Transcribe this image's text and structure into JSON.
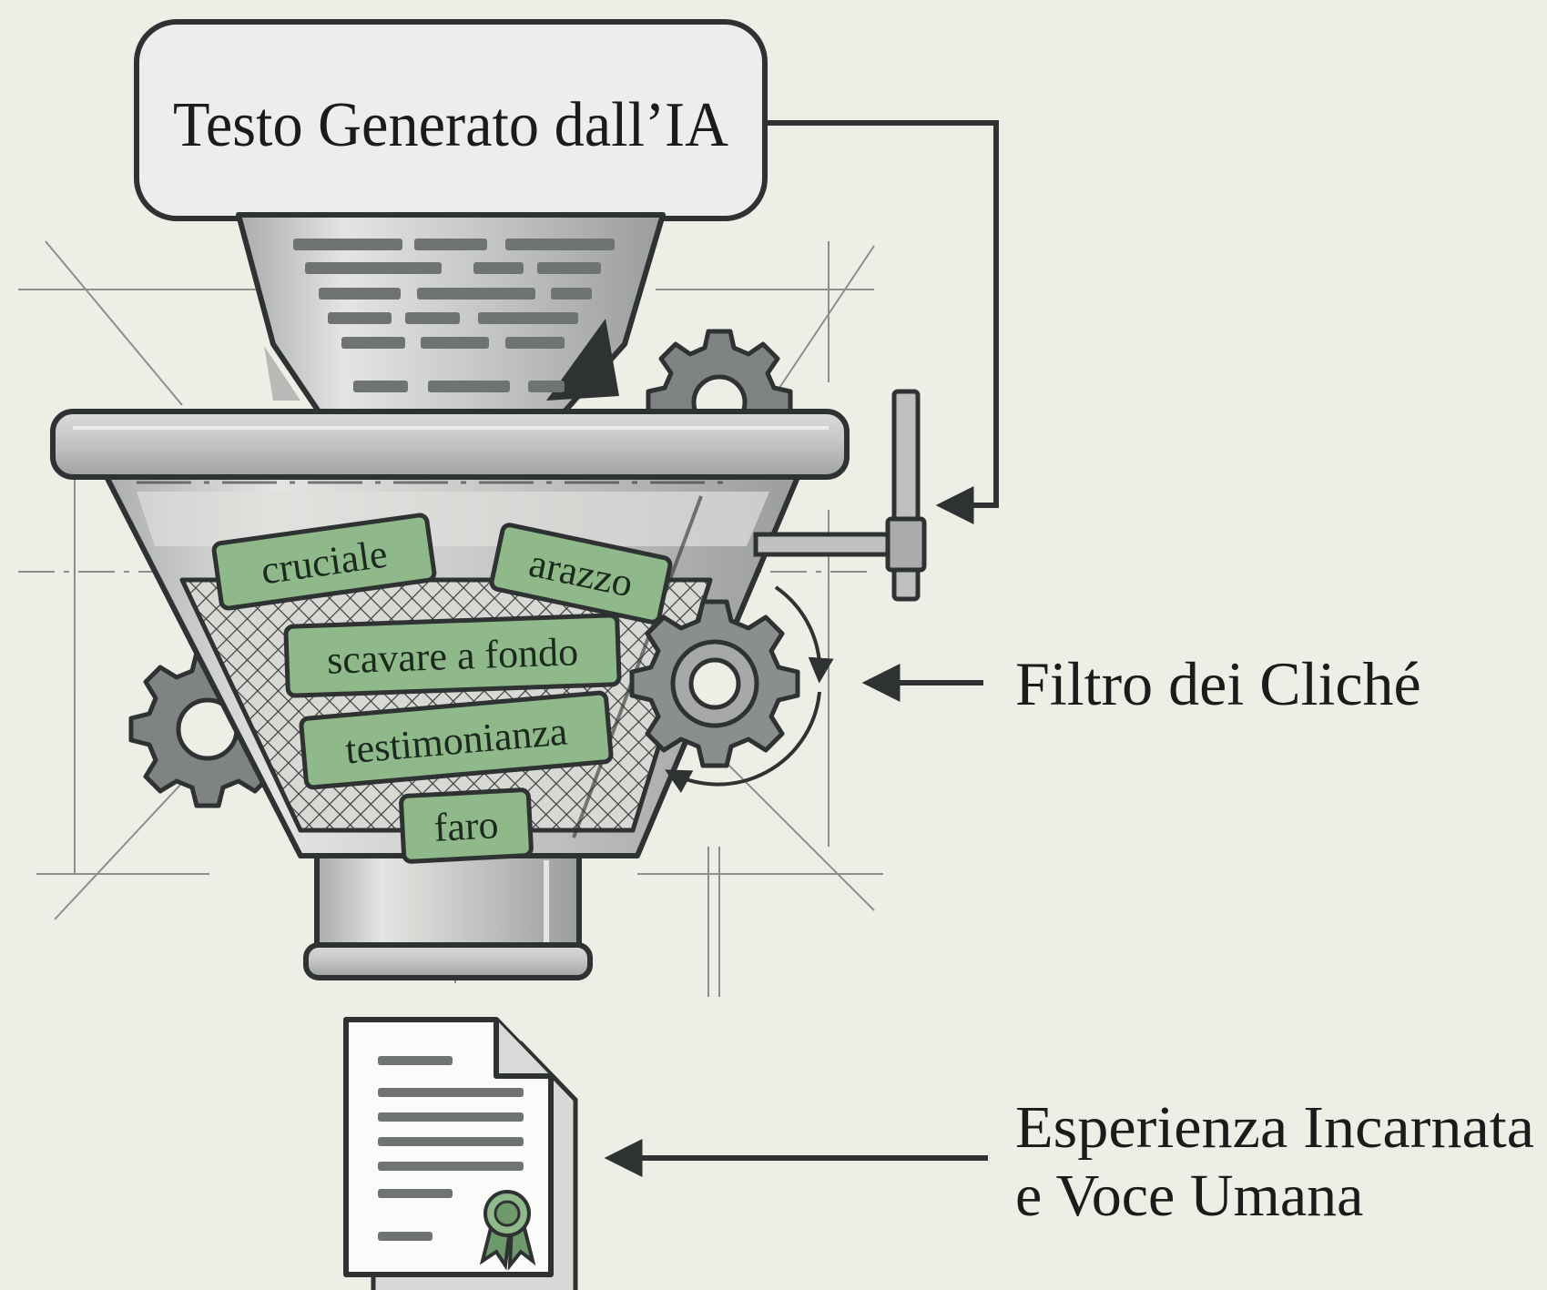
{
  "diagram": {
    "input_box": {
      "label": "Testo Generato dall’IA"
    },
    "filter_label": "Filtro dei Cliché",
    "output_label": {
      "line1": "Esperienza Incarnata",
      "line2": "e Voce Umana"
    },
    "cliche_words": [
      "cruciale",
      "arazzo",
      "scavare a fondo",
      "testimonianza",
      "faro"
    ]
  },
  "colors": {
    "background": "#efeee6",
    "ink": "#2f3232",
    "metal": "#c9cbc9",
    "metal_dark": "#8d9090",
    "cliche_tag": "#8fb98a",
    "cliche_tag_border": "#3f5c3f"
  },
  "icons": [
    "gear-icon",
    "document-icon",
    "seal-icon",
    "arrow-left-icon",
    "valve-icon"
  ]
}
